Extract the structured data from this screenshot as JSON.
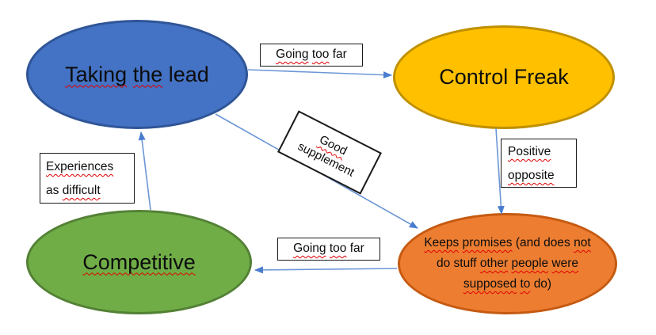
{
  "colors": {
    "node_blue": "#4472C4",
    "node_blue_border": "#2F5597",
    "node_yellow": "#FFC000",
    "node_yellow_border": "#BF9000",
    "node_green": "#70AD47",
    "node_green_border": "#538135",
    "node_orange": "#ED7D31",
    "node_orange_border": "#C55A11",
    "connector": "#6C96D6",
    "arrowhead": "#4A7CCF",
    "squiggle": "#E00000"
  },
  "nodes": {
    "taking_the_lead": {
      "label": "Taking the lead",
      "segments": [
        {
          "t": "Taking",
          "q": true
        },
        {
          "t": "the",
          "q": true
        },
        {
          "t": "lead",
          "q": false
        }
      ]
    },
    "control_freak": {
      "label": "Control Freak",
      "segments": [
        {
          "t": "Control Freak",
          "q": false
        }
      ]
    },
    "competitive": {
      "label": "Competitive",
      "segments": [
        {
          "t": "Competitive",
          "q": true
        }
      ]
    },
    "keeps_promises": {
      "label": "Keeps promises (and does not do stuff other people were supposed to do)",
      "segments": [
        {
          "t": "Keeps",
          "q": true
        },
        {
          "t": "promises",
          "q": true
        },
        {
          "t": "(and",
          "q": false
        },
        {
          "t": "does",
          "q": false
        },
        {
          "t": "not",
          "q": true
        },
        {
          "br": true
        },
        {
          "t": "do",
          "q": false
        },
        {
          "t": "stuff",
          "q": false
        },
        {
          "t": "other",
          "q": true
        },
        {
          "t": "people",
          "q": true
        },
        {
          "t": "were",
          "q": true
        },
        {
          "br": true
        },
        {
          "t": "supposed",
          "q": true
        },
        {
          "t": "to",
          "q": true
        },
        {
          "t": "do)",
          "q": false
        }
      ]
    }
  },
  "labels": {
    "going_too_far_top": {
      "label": "Going too far",
      "segments": [
        {
          "t": "Going",
          "q": true
        },
        {
          "t": "too",
          "q": true
        },
        {
          "t": "far",
          "q": false
        }
      ]
    },
    "good_supplement": {
      "label": "Good supplement",
      "segments": [
        {
          "t": "Good",
          "q": true
        },
        {
          "br": true
        },
        {
          "t": "supplement",
          "q": false
        }
      ]
    },
    "positive_opposite": {
      "label": "Positive opposite",
      "segments": [
        {
          "t": "Positive",
          "q": true
        },
        {
          "br": true
        },
        {
          "t": "opposite",
          "q": true
        }
      ]
    },
    "experiences_as_difficult": {
      "label": "Experiences as difficult",
      "segments": [
        {
          "t": "Experiences",
          "q": true
        },
        {
          "br": true
        },
        {
          "t": "as",
          "q": false
        },
        {
          "t": "difficult",
          "q": true
        }
      ]
    },
    "going_too_far_bottom": {
      "label": "Going too far",
      "segments": [
        {
          "t": "Going",
          "q": true
        },
        {
          "t": "too",
          "q": true
        },
        {
          "t": "far",
          "q": false
        }
      ]
    }
  },
  "edges": [
    {
      "from": "Taking the lead",
      "to": "Control Freak",
      "label": "Going too far"
    },
    {
      "from": "Taking the lead",
      "to": "Keeps promises (and does not do stuff other people were supposed to do)",
      "label": "Good supplement"
    },
    {
      "from": "Control Freak",
      "to": "Keeps promises (and does not do stuff other people were supposed to do)",
      "label": "Positive opposite"
    },
    {
      "from": "Keeps promises (and does not do stuff other people were supposed to do)",
      "to": "Competitive",
      "label": "Going too far"
    },
    {
      "from": "Competitive",
      "to": "Taking the lead",
      "label": "Experiences as difficult"
    }
  ]
}
